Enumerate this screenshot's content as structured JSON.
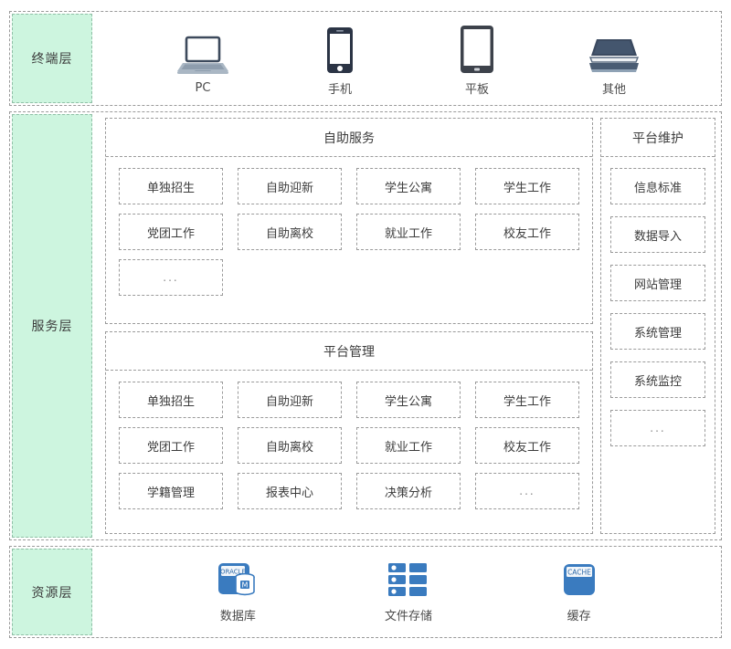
{
  "layers": {
    "terminal": {
      "label": "终端层",
      "devices": [
        {
          "label": "PC",
          "icon": "laptop-icon"
        },
        {
          "label": "手机",
          "icon": "smartphone-icon"
        },
        {
          "label": "平板",
          "icon": "tablet-icon"
        },
        {
          "label": "其他",
          "icon": "scanner-icon"
        }
      ]
    },
    "service": {
      "label": "服务层",
      "self_service": {
        "title": "自助服务",
        "tiles": [
          "单独招生",
          "自助迎新",
          "学生公寓",
          "学生工作",
          "党团工作",
          "自助离校",
          "就业工作",
          "校友工作",
          "..."
        ]
      },
      "platform_admin": {
        "title": "平台管理",
        "tiles": [
          "单独招生",
          "自助迎新",
          "学生公寓",
          "学生工作",
          "党团工作",
          "自助离校",
          "就业工作",
          "校友工作",
          "学籍管理",
          "报表中心",
          "决策分析",
          "..."
        ]
      },
      "maintenance": {
        "title": "平台维护",
        "tiles": [
          "信息标准",
          "数据导入",
          "网站管理",
          "系统管理",
          "系统监控",
          "..."
        ]
      }
    },
    "resource": {
      "label": "资源层",
      "items": [
        {
          "label": "数据库",
          "icon": "oracle-database-icon",
          "badge": "ORACLE",
          "mark": "M"
        },
        {
          "label": "文件存储",
          "icon": "file-storage-icon"
        },
        {
          "label": "缓存",
          "icon": "cache-icon",
          "badge": "CACHE"
        }
      ]
    }
  },
  "colors": {
    "layer_label_bg": "#cdf5df",
    "layer_label_border": "#8fbfa6",
    "dashed_border": "#9a9a9a",
    "icon_dark": "#3d4a5c",
    "icon_blue": "#3a7bbf",
    "text": "#3c3c3c"
  }
}
